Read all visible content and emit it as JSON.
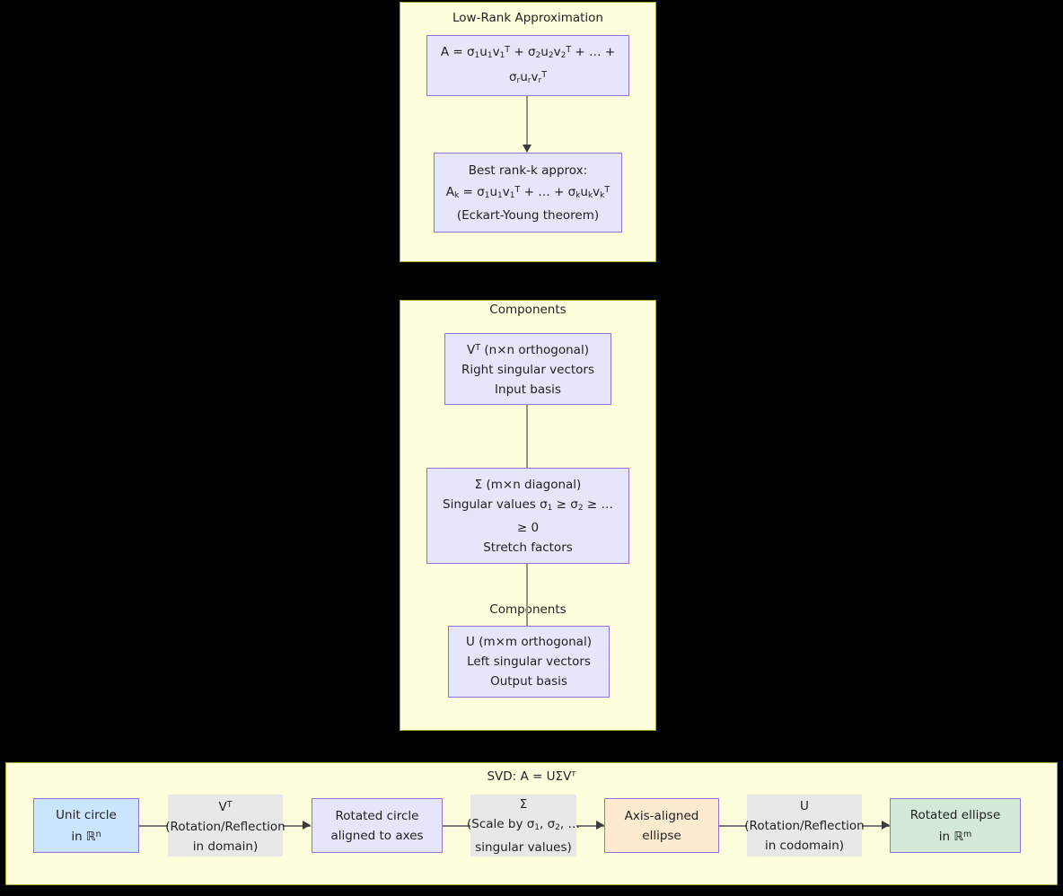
{
  "diagram": {
    "type": "flowchart",
    "sections": [
      {
        "id": "low-rank",
        "title": "Low-Rank Approximation",
        "nodes": [
          {
            "id": "sum-expansion",
            "lines": [
              "A = σ₁u₁v₁ᵀ + σ₂u₂v₂ᵀ + … +",
              "σᵣuᵣvᵣᵀ"
            ],
            "style": "lavender"
          },
          {
            "id": "best-rank-k",
            "lines": [
              "Best rank-k approx:",
              "Aₖ = σ₁u₁v₁ᵀ + … + σₖuₖvₖᵀ",
              "(Eckart-Young theorem)"
            ],
            "style": "lavender"
          }
        ]
      },
      {
        "id": "components",
        "title": "Components",
        "nodes": [
          {
            "id": "vt",
            "lines": [
              "Vᵀ (n×n orthogonal)",
              "Right singular vectors",
              "Input basis"
            ],
            "style": "lavender"
          },
          {
            "id": "sigma",
            "lines": [
              "Σ (m×n diagonal)",
              "Singular values σ₁ ≥ σ₂ ≥ …",
              "≥ 0",
              "Stretch factors"
            ],
            "style": "lavender"
          },
          {
            "id": "u",
            "lines": [
              "U (m×m orthogonal)",
              "Left singular vectors",
              "Output basis"
            ],
            "style": "lavender"
          }
        ]
      },
      {
        "id": "svd-flow",
        "title": "SVD: A = UΣVᵀ",
        "nodes": [
          {
            "id": "unit-circle",
            "lines": [
              "Unit circle",
              "in ℝⁿ"
            ],
            "style": "blue"
          },
          {
            "id": "rotated-circle",
            "lines": [
              "Rotated circle",
              "aligned to axes"
            ],
            "style": "lavender"
          },
          {
            "id": "axis-ellipse",
            "lines": [
              "Axis-aligned",
              "ellipse"
            ],
            "style": "orange"
          },
          {
            "id": "rotated-ellipse",
            "lines": [
              "Rotated ellipse",
              "in ℝᵐ"
            ],
            "style": "green"
          }
        ],
        "edge_labels": [
          {
            "id": "vt-label",
            "lines": [
              "Vᵀ",
              "(Rotation/Reflection",
              "in domain)"
            ]
          },
          {
            "id": "sigma-label",
            "lines": [
              "Σ",
              "(Scale by σ₁, σ₂, …",
              "singular values)"
            ]
          },
          {
            "id": "u-label",
            "lines": [
              "U",
              "(Rotation/Reflection",
              "in codomain)"
            ]
          }
        ]
      }
    ]
  },
  "colors": {
    "background": "#000000",
    "subgraph_fill": "#ffffde",
    "subgraph_border": "#aaaa33",
    "node_lavender": "#e6e6fa",
    "node_blue": "#cce5ff",
    "node_orange": "#fdebd0",
    "node_green": "#d4e9d7",
    "node_border": "#9370db",
    "edge_label_fill": "#e8e8e8",
    "edge_line": "#7a7a7a"
  }
}
